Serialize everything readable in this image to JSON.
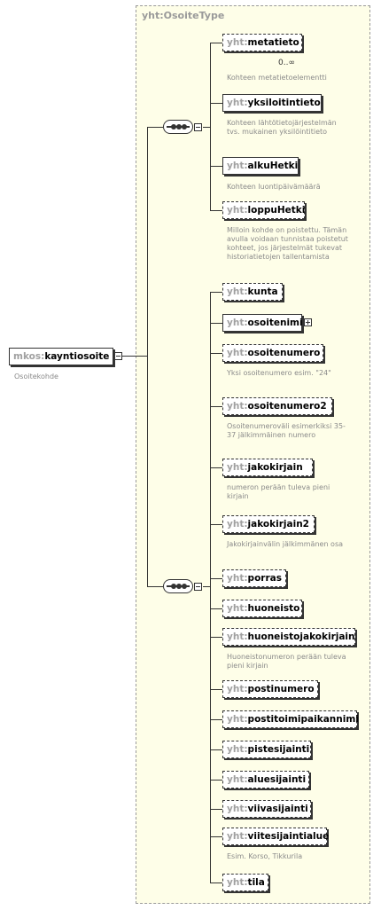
{
  "type_title": "yht:OsoiteType",
  "root": {
    "prefix": "mkos:",
    "name": "kayntiosoite",
    "doc": "Osoitekohde"
  },
  "group1": [
    {
      "prefix": "yht:",
      "name": "metatieto",
      "optional": true,
      "occurrence": "0..∞",
      "doc": "Kohteen metatietoelementti"
    },
    {
      "prefix": "yht:",
      "name": "yksiloitintieto",
      "optional": false,
      "doc": "Kohteen lähtötietojärjestelmän tvs. mukainen yksilöintitieto"
    },
    {
      "prefix": "yht:",
      "name": "alkuHetki",
      "optional": false,
      "doc": "Kohteen luontipäivämäärä"
    },
    {
      "prefix": "yht:",
      "name": "loppuHetki",
      "optional": true,
      "doc": "Milloin kohde on poistettu. Tämän avulla voidaan tunnistaa poistetut kohteet, jos järjestelmät tukevat historiatietojen tallentamista"
    }
  ],
  "group2": [
    {
      "prefix": "yht:",
      "name": "kunta",
      "optional": true,
      "doc": ""
    },
    {
      "prefix": "yht:",
      "name": "osoitenimi",
      "optional": false,
      "expandable": true,
      "doc": ""
    },
    {
      "prefix": "yht:",
      "name": "osoitenumero",
      "optional": true,
      "doc": "Yksi osoitenumero esim. \"24\""
    },
    {
      "prefix": "yht:",
      "name": "osoitenumero2",
      "optional": true,
      "doc": "Osoitenumeroväli esimerkiksi 35-37 jälkimmäinen numero"
    },
    {
      "prefix": "yht:",
      "name": "jakokirjain",
      "optional": true,
      "doc": "numeron perään tuleva pieni kirjain"
    },
    {
      "prefix": "yht:",
      "name": "jakokirjain2",
      "optional": true,
      "doc": "Jakokirjainvälin jälkimmänen osa"
    },
    {
      "prefix": "yht:",
      "name": "porras",
      "optional": true,
      "doc": ""
    },
    {
      "prefix": "yht:",
      "name": "huoneisto",
      "optional": true,
      "doc": ""
    },
    {
      "prefix": "yht:",
      "name": "huoneistojakokirjain",
      "optional": true,
      "doc": "Huoneistonumeron perään tuleva pieni kirjain"
    },
    {
      "prefix": "yht:",
      "name": "postinumero",
      "optional": true,
      "doc": ""
    },
    {
      "prefix": "yht:",
      "name": "postitoimipaikannimi",
      "optional": true,
      "doc": ""
    },
    {
      "prefix": "yht:",
      "name": "pistesijainti",
      "optional": true,
      "doc": ""
    },
    {
      "prefix": "yht:",
      "name": "aluesijainti",
      "optional": true,
      "doc": ""
    },
    {
      "prefix": "yht:",
      "name": "viivasijainti",
      "optional": true,
      "doc": ""
    },
    {
      "prefix": "yht:",
      "name": "viitesijaintialue",
      "optional": true,
      "doc": "Esim. Korso, Tikkurila"
    },
    {
      "prefix": "yht:",
      "name": "tila",
      "optional": true,
      "doc": ""
    }
  ]
}
